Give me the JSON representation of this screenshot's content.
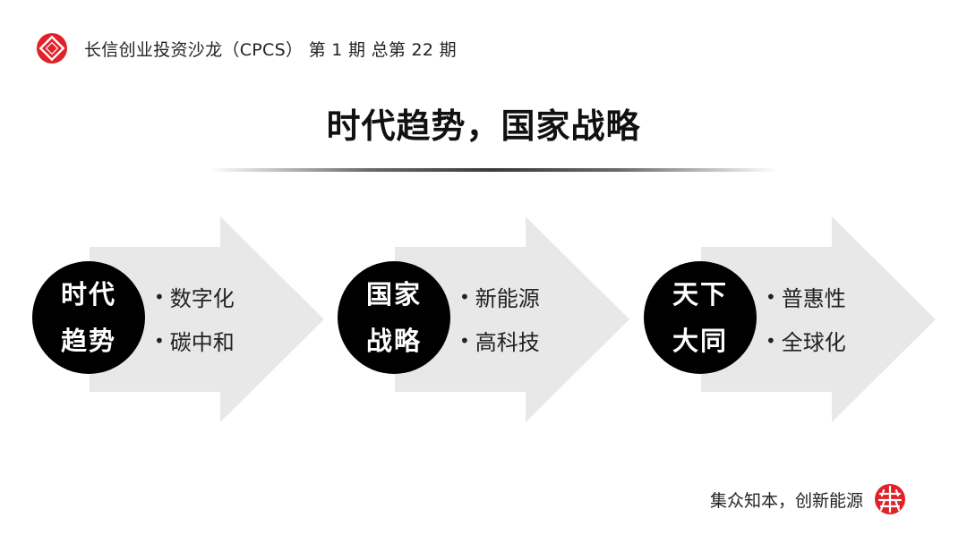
{
  "header": {
    "logo_icon": "red-diamond-logo-icon",
    "text": "长信创业投资沙龙（CPCS） 第 1 期 总第 22 期"
  },
  "title": "时代趋势，国家战略",
  "blocks": [
    {
      "circle_line1": "时代",
      "circle_line2": "趋势",
      "bullets": [
        "数字化",
        "碳中和"
      ]
    },
    {
      "circle_line1": "国家",
      "circle_line2": "战略",
      "bullets": [
        "新能源",
        "高科技"
      ]
    },
    {
      "circle_line1": "天下",
      "circle_line2": "大同",
      "bullets": [
        "普惠性",
        "全球化"
      ]
    }
  ],
  "footer": {
    "slogan": "集众知本，创新能源",
    "seal_icon": "red-seal-icon"
  },
  "colors": {
    "brand_red": "#e12127",
    "arrow_gray": "#e8e8e8",
    "circle_black": "#000000"
  }
}
